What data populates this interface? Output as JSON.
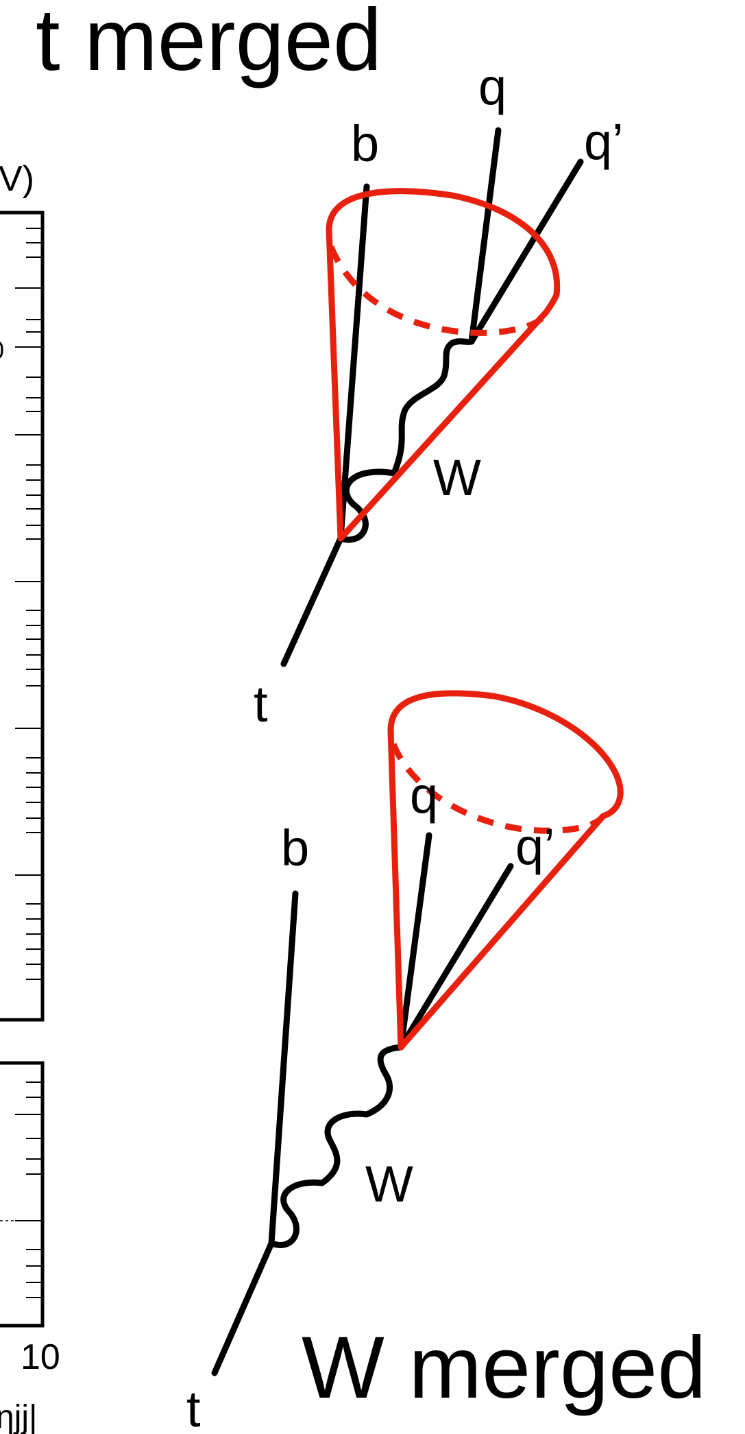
{
  "titles": {
    "top": "t merged",
    "bottom": "W merged"
  },
  "top_diagram": {
    "label_b": "b",
    "label_q": "q",
    "label_qprime": "q’",
    "label_w": "W",
    "label_t": "t"
  },
  "bottom_diagram": {
    "label_b": "b",
    "label_q": "q",
    "label_qprime": "q’",
    "label_w": "W",
    "label_t": "t"
  },
  "cropped_plot": {
    "axis_unit_fragment": "V)",
    "tick_fragment": "0",
    "x_tick_10": "10",
    "x_axis_fragment": "ηjj|"
  },
  "colors": {
    "cone": "#e8210f",
    "lines": "#000000"
  }
}
